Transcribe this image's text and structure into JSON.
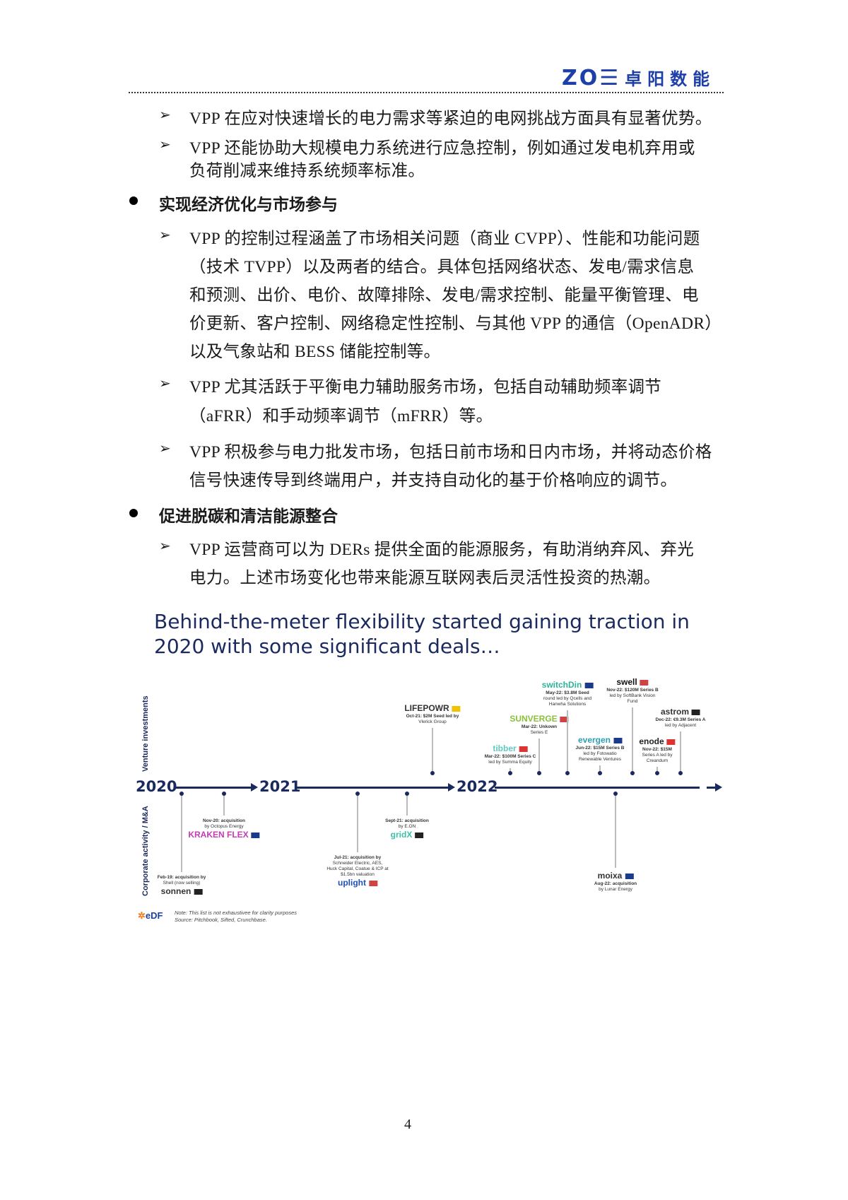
{
  "header": {
    "logo_latin": "ZO☰",
    "logo_cn": "卓阳数能"
  },
  "body": {
    "b1": "VPP 在应对快速增长的电力需求等紧迫的电网挑战方面具有显著优势。",
    "b2": [
      "VPP 还能协助大规模电力系统进行应急控制，例如通过发电机弃用或",
      "负荷削减来维持系统频率标准。"
    ],
    "h1": "实现经济优化与市场参与",
    "b3": [
      "VPP 的控制过程涵盖了市场相关问题（商业 CVPP）、性能和功能问题",
      "（技术 TVPP）以及两者的结合。具体包括网络状态、发电/需求信息",
      "和预测、出价、电价、故障排除、发电/需求控制、能量平衡管理、电",
      "价更新、客户控制、网络稳定性控制、与其他 VPP 的通信（OpenADR）",
      "以及气象站和 BESS 储能控制等。"
    ],
    "b4": [
      "VPP 尤其活跃于平衡电力辅助服务市场，包括自动辅助频率调节",
      "（aFRR）和手动频率调节（mFRR）等。"
    ],
    "b5": [
      "VPP 积极参与电力批发市场，包括日前市场和日内市场，并将动态价格",
      "信号快速传导到终端用户，并支持自动化的基于价格响应的调节。"
    ],
    "h2": "促进脱碳和清洁能源整合",
    "b6": [
      "VPP 运营商可以为 DERs 提供全面的能源服务，有助消纳弃风、弃光",
      "电力。上述市场变化也带来能源互联网表后灵活性投资的热潮。"
    ]
  },
  "figure": {
    "title": [
      "Behind-the-meter flexibility started gaining traction in",
      "2020 with some significant deals…"
    ],
    "years": [
      "2020",
      "2021",
      "2022"
    ],
    "side_top": "Venture investments",
    "side_bottom": "Corporate activity / M&A",
    "events": [
      {
        "name": "LIFEPOWR",
        "color": "#333",
        "flag": "#f2c200",
        "text": [
          "Oct-21: $2M Seed led by",
          "Vlerick Group"
        ]
      },
      {
        "name": "tibber",
        "color": "#5fc9c0",
        "flag": "#d33",
        "text": [
          "Mar-22: $100M Series C",
          "led by Summa Equity"
        ]
      },
      {
        "name": "SUNVERGE",
        "color": "#8bbf3c",
        "flag": "#c44",
        "text": [
          "Mar-22: Unkown",
          "Series E"
        ]
      },
      {
        "name": "switchDin",
        "color": "#2bb39a",
        "flag": "#1b3a8a",
        "text": [
          "May-22: $3.8M Seed",
          "round led by Qcells and",
          "Hanwha Solutions"
        ]
      },
      {
        "name": "evergen",
        "color": "#2a9fb5",
        "flag": "#1b3a8a",
        "text": [
          "Jun-22: $15M Series B",
          "led by Fotowatio",
          "Renewable Ventures"
        ]
      },
      {
        "name": "swell",
        "color": "#111",
        "flag": "#c44",
        "text": [
          "Nov-22: $120M Series B",
          "led by SoftBank Vision",
          "Fund"
        ]
      },
      {
        "name": "enode",
        "color": "#222",
        "flag": "#d33",
        "text": [
          "Nov-22: $15M",
          "Series A led by",
          "Creandum"
        ]
      },
      {
        "name": "astrom",
        "color": "#333",
        "flag": "#222",
        "text": [
          "Dec-22: €9.3M Series A",
          "led by Adjacent"
        ]
      },
      {
        "name": "sonnen",
        "color": "#333",
        "flag": "#222",
        "text": [
          "Feb-19: acquisition by",
          "Shell (now selling)"
        ]
      },
      {
        "name": "KRAKEN FLEX",
        "color": "#c43bb5",
        "flag": "#1b3a8a",
        "text": [
          "Nov-20: acquisition",
          "by Octopus Energy"
        ]
      },
      {
        "name": "uplight",
        "color": "#1e4fc0",
        "flag": "#c44",
        "text": [
          "Jul-21: acquisition by",
          "Schneider Electric, AES,",
          "Huck Capital, Coatue & ICP at",
          "$1.5bn valuation"
        ]
      },
      {
        "name": "gridX",
        "color": "#3cc0a8",
        "flag": "#222",
        "text": [
          "Sept-21: acquisition",
          "by E.ON"
        ]
      },
      {
        "name": "moixa",
        "color": "#333",
        "flag": "#1b3a8a",
        "text": [
          "Aug-22: acquisition",
          "by Lunar Energy"
        ]
      }
    ],
    "edf": "eDF",
    "note": [
      "Note: This list is not exhaustivee for clarity purposes",
      "Source: Pitchbook, Sifted, Crunchbase."
    ]
  },
  "page_number": "4"
}
